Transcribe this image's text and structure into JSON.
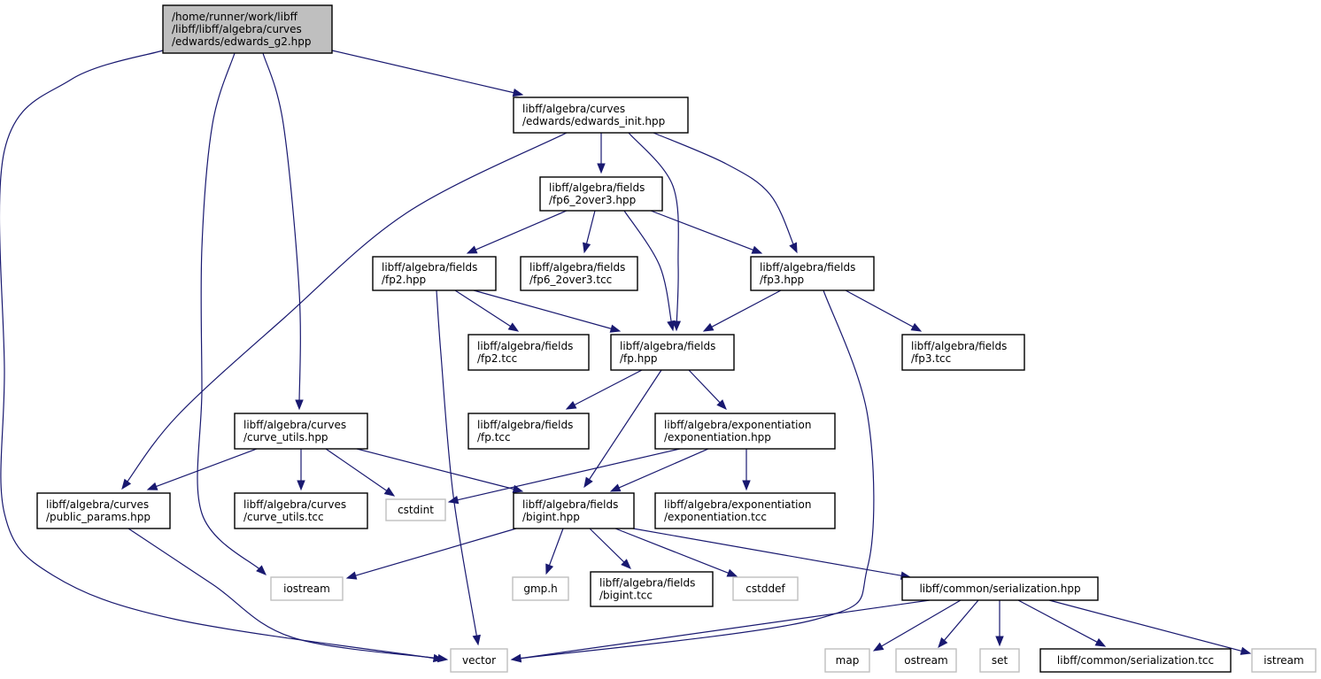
{
  "colors": {
    "edge": "#191970",
    "main_fill": "#bfbfbf",
    "local_border": "#000000",
    "system_border": "#bfbfbf",
    "background": "#ffffff"
  },
  "nodes": [
    {
      "id": "edwards_g2",
      "kind": "main",
      "lines": [
        "/home/runner/work/libff",
        "/libff/libff/algebra/curves",
        "/edwards/edwards_g2.hpp"
      ]
    },
    {
      "id": "edwards_init",
      "kind": "local",
      "lines": [
        "libff/algebra/curves",
        "/edwards/edwards_init.hpp"
      ]
    },
    {
      "id": "fp6_2over3_hpp",
      "kind": "local",
      "lines": [
        "libff/algebra/fields",
        "/fp6_2over3.hpp"
      ]
    },
    {
      "id": "fp2_hpp",
      "kind": "local",
      "lines": [
        "libff/algebra/fields",
        "/fp2.hpp"
      ]
    },
    {
      "id": "fp6_2over3_tcc",
      "kind": "local",
      "lines": [
        "libff/algebra/fields",
        "/fp6_2over3.tcc"
      ]
    },
    {
      "id": "fp3_hpp",
      "kind": "local",
      "lines": [
        "libff/algebra/fields",
        "/fp3.hpp"
      ]
    },
    {
      "id": "fp2_tcc",
      "kind": "local",
      "lines": [
        "libff/algebra/fields",
        "/fp2.tcc"
      ]
    },
    {
      "id": "fp_hpp",
      "kind": "local",
      "lines": [
        "libff/algebra/fields",
        "/fp.hpp"
      ]
    },
    {
      "id": "fp3_tcc",
      "kind": "local",
      "lines": [
        "libff/algebra/fields",
        "/fp3.tcc"
      ]
    },
    {
      "id": "curve_utils_hpp",
      "kind": "local",
      "lines": [
        "libff/algebra/curves",
        "/curve_utils.hpp"
      ]
    },
    {
      "id": "fp_tcc",
      "kind": "local",
      "lines": [
        "libff/algebra/fields",
        "/fp.tcc"
      ]
    },
    {
      "id": "exponentiation_hpp",
      "kind": "local",
      "lines": [
        "libff/algebra/exponentiation",
        "/exponentiation.hpp"
      ]
    },
    {
      "id": "public_params",
      "kind": "local",
      "lines": [
        "libff/algebra/curves",
        "/public_params.hpp"
      ]
    },
    {
      "id": "curve_utils_tcc",
      "kind": "local",
      "lines": [
        "libff/algebra/curves",
        "/curve_utils.tcc"
      ]
    },
    {
      "id": "cstdint",
      "kind": "system",
      "lines": [
        "cstdint"
      ]
    },
    {
      "id": "bigint_hpp",
      "kind": "local",
      "lines": [
        "libff/algebra/fields",
        "/bigint.hpp"
      ]
    },
    {
      "id": "exponentiation_tcc",
      "kind": "local",
      "lines": [
        "libff/algebra/exponentiation",
        "/exponentiation.tcc"
      ]
    },
    {
      "id": "iostream",
      "kind": "system",
      "lines": [
        "iostream"
      ]
    },
    {
      "id": "gmp_h",
      "kind": "system",
      "lines": [
        "gmp.h"
      ]
    },
    {
      "id": "bigint_tcc",
      "kind": "local",
      "lines": [
        "libff/algebra/fields",
        "/bigint.tcc"
      ]
    },
    {
      "id": "cstddef",
      "kind": "system",
      "lines": [
        "cstddef"
      ]
    },
    {
      "id": "serialization_hpp",
      "kind": "local",
      "lines": [
        "libff/common/serialization.hpp"
      ]
    },
    {
      "id": "vector",
      "kind": "system",
      "lines": [
        "vector"
      ]
    },
    {
      "id": "map",
      "kind": "system",
      "lines": [
        "map"
      ]
    },
    {
      "id": "ostream",
      "kind": "system",
      "lines": [
        "ostream"
      ]
    },
    {
      "id": "set",
      "kind": "system",
      "lines": [
        "set"
      ]
    },
    {
      "id": "serialization_tcc",
      "kind": "local",
      "lines": [
        "libff/common/serialization.tcc"
      ]
    },
    {
      "id": "istream",
      "kind": "system",
      "lines": [
        "istream"
      ]
    }
  ],
  "edges": [
    {
      "from": "edwards_g2",
      "to": "edwards_init"
    },
    {
      "from": "edwards_g2",
      "to": "curve_utils_hpp"
    },
    {
      "from": "edwards_g2",
      "to": "iostream"
    },
    {
      "from": "edwards_g2",
      "to": "vector"
    },
    {
      "from": "edwards_init",
      "to": "fp6_2over3_hpp"
    },
    {
      "from": "edwards_init",
      "to": "fp_hpp"
    },
    {
      "from": "edwards_init",
      "to": "fp3_hpp"
    },
    {
      "from": "edwards_init",
      "to": "public_params"
    },
    {
      "from": "fp6_2over3_hpp",
      "to": "fp2_hpp"
    },
    {
      "from": "fp6_2over3_hpp",
      "to": "fp6_2over3_tcc"
    },
    {
      "from": "fp6_2over3_hpp",
      "to": "fp_hpp"
    },
    {
      "from": "fp6_2over3_hpp",
      "to": "fp3_hpp"
    },
    {
      "from": "fp2_hpp",
      "to": "fp2_tcc"
    },
    {
      "from": "fp2_hpp",
      "to": "fp_hpp"
    },
    {
      "from": "fp2_hpp",
      "to": "vector"
    },
    {
      "from": "fp3_hpp",
      "to": "fp_hpp"
    },
    {
      "from": "fp3_hpp",
      "to": "fp3_tcc"
    },
    {
      "from": "fp3_hpp",
      "to": "vector"
    },
    {
      "from": "fp_hpp",
      "to": "fp_tcc"
    },
    {
      "from": "fp_hpp",
      "to": "exponentiation_hpp"
    },
    {
      "from": "fp_hpp",
      "to": "bigint_hpp"
    },
    {
      "from": "curve_utils_hpp",
      "to": "public_params"
    },
    {
      "from": "curve_utils_hpp",
      "to": "curve_utils_tcc"
    },
    {
      "from": "curve_utils_hpp",
      "to": "cstdint"
    },
    {
      "from": "curve_utils_hpp",
      "to": "bigint_hpp"
    },
    {
      "from": "exponentiation_hpp",
      "to": "cstdint"
    },
    {
      "from": "exponentiation_hpp",
      "to": "bigint_hpp"
    },
    {
      "from": "exponentiation_hpp",
      "to": "exponentiation_tcc"
    },
    {
      "from": "public_params",
      "to": "vector"
    },
    {
      "from": "bigint_hpp",
      "to": "iostream"
    },
    {
      "from": "bigint_hpp",
      "to": "gmp_h"
    },
    {
      "from": "bigint_hpp",
      "to": "bigint_tcc"
    },
    {
      "from": "bigint_hpp",
      "to": "cstddef"
    },
    {
      "from": "bigint_hpp",
      "to": "serialization_hpp"
    },
    {
      "from": "serialization_hpp",
      "to": "vector"
    },
    {
      "from": "serialization_hpp",
      "to": "map"
    },
    {
      "from": "serialization_hpp",
      "to": "ostream"
    },
    {
      "from": "serialization_hpp",
      "to": "set"
    },
    {
      "from": "serialization_hpp",
      "to": "serialization_tcc"
    },
    {
      "from": "serialization_hpp",
      "to": "istream"
    }
  ]
}
